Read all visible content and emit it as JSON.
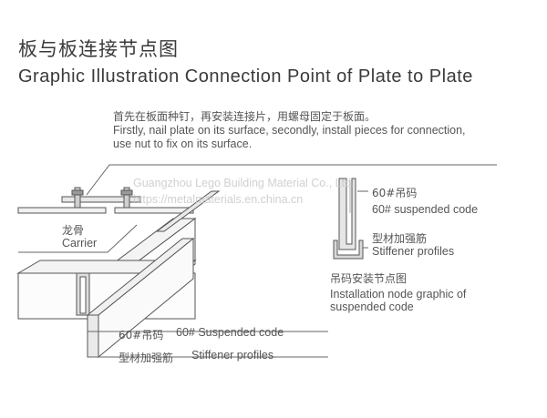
{
  "header": {
    "title_zh": "板与板连接节点图",
    "title_en": "Graphic Illustration Connection Point of Plate to Plate"
  },
  "instructions": {
    "zh": "首先在板面种钉，再安装连接片，用螺母固定于板面。",
    "en": "Firstly, nail plate on its surface, secondly, install pieces for connection, use nut to fix on its surface."
  },
  "watermark": {
    "company": "Guangzhou Lego Building Material Co., Ltd.",
    "url": "https://metalmaterials.en.china.cn"
  },
  "labels": {
    "carrier_zh": "龙骨",
    "carrier_en": "Carrier",
    "suspended_zh": "60#吊码",
    "suspended_en": "60# Suspended code",
    "stiffener_zh": "型材加强筋",
    "stiffener_en": "Stiffener profiles",
    "side_suspended_zh": "60#吊码",
    "side_suspended_en": "60# suspended code",
    "side_stiffener_zh": "型材加强筋",
    "side_stiffener_en": "Stiffener profiles",
    "install_node_zh": "吊码安装节点图",
    "install_node_en": "Installation node graphic of suspended code"
  }
}
